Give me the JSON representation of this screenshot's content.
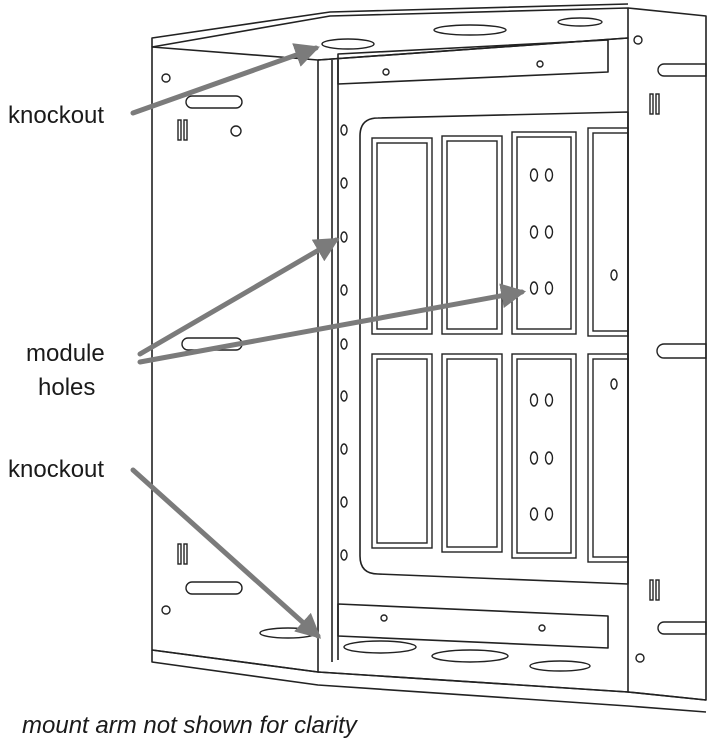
{
  "labels": {
    "knockout_top": "knockout",
    "module_holes_line1": "module",
    "module_holes_line2": "holes",
    "knockout_bottom": "knockout"
  },
  "caption": "mount arm not shown for clarity",
  "colors": {
    "line": "#222222",
    "arrow": "#7b7b7b",
    "text": "#1a1a1a"
  }
}
